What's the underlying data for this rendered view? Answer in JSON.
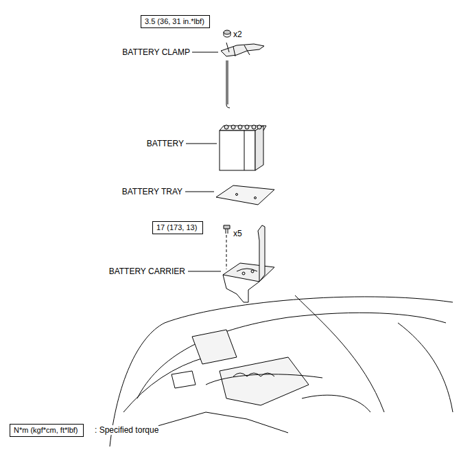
{
  "diagram": {
    "nodes": [
      {
        "text": [
          "3.5 (36, 31 in.*lbf)"
        ]
      },
      {
        "text": [
          "17 (173, 13)"
        ]
      },
      {
        "text": [
          "N*m (kgf*cm, ft*lbf)"
        ]
      }
    ],
    "labels": [
      "x2",
      "BATTERY CLAMP",
      "BATTERY",
      "BATTERY TRAY",
      "x5",
      "BATTERY CARRIER",
      ": Specified torque"
    ]
  }
}
